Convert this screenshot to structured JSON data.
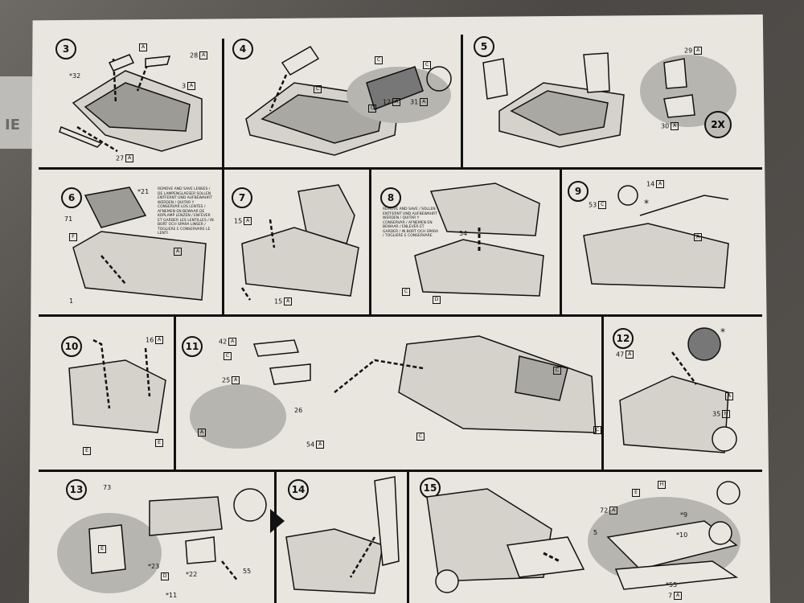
{
  "box_text": "IE",
  "steps": [
    {
      "number": "3",
      "labels": [
        {
          "t": "28",
          "s": "A"
        },
        {
          "t": "*32",
          "s": ""
        },
        {
          "t": "3",
          "s": "A"
        },
        {
          "t": "27",
          "s": "A"
        },
        {
          "t": "",
          "s": "A"
        }
      ]
    },
    {
      "number": "4",
      "labels": [
        {
          "t": "",
          "s": "C"
        },
        {
          "t": "",
          "s": "C"
        },
        {
          "t": "",
          "s": "C"
        },
        {
          "t": "12",
          "s": "A"
        },
        {
          "t": "31",
          "s": "A"
        },
        {
          "t": "",
          "s": "C"
        }
      ]
    },
    {
      "number": "5",
      "labels": [
        {
          "t": "29",
          "s": "A"
        },
        {
          "t": "30",
          "s": "A"
        }
      ],
      "badge": "2X"
    },
    {
      "number": "6",
      "labels": [
        {
          "t": "*21",
          "s": ""
        },
        {
          "t": "71",
          "s": ""
        },
        {
          "t": "",
          "s": "F"
        },
        {
          "t": "",
          "s": "A"
        },
        {
          "t": "1",
          "s": ""
        }
      ]
    },
    {
      "number": "7",
      "labels": [
        {
          "t": "15",
          "s": "A"
        },
        {
          "t": "15",
          "s": "A"
        }
      ]
    },
    {
      "number": "8",
      "labels": [
        {
          "t": "54",
          "s": ""
        },
        {
          "t": "",
          "s": "C"
        },
        {
          "t": "",
          "s": "D"
        }
      ]
    },
    {
      "number": "9",
      "labels": [
        {
          "t": "14",
          "s": "A"
        },
        {
          "t": "53",
          "s": "C"
        },
        {
          "t": "",
          "s": "A"
        },
        {
          "t": "*",
          "s": ""
        }
      ]
    },
    {
      "number": "10",
      "labels": [
        {
          "t": "16",
          "s": "A"
        },
        {
          "t": "",
          "s": "E"
        },
        {
          "t": "",
          "s": "E"
        }
      ]
    },
    {
      "number": "11",
      "labels": [
        {
          "t": "42",
          "s": "A"
        },
        {
          "t": "",
          "s": "C"
        },
        {
          "t": "25",
          "s": "A"
        },
        {
          "t": "",
          "s": "A"
        },
        {
          "t": "26",
          "s": ""
        },
        {
          "t": "54",
          "s": "A"
        },
        {
          "t": "",
          "s": "C"
        },
        {
          "t": "",
          "s": "C"
        },
        {
          "t": "",
          "s": "C"
        }
      ]
    },
    {
      "number": "12",
      "labels": [
        {
          "t": "47",
          "s": "A"
        },
        {
          "t": "35",
          "s": "H"
        },
        {
          "t": "",
          "s": "A"
        },
        {
          "t": "*",
          "s": ""
        }
      ]
    },
    {
      "number": "13",
      "labels": [
        {
          "t": "73",
          "s": ""
        },
        {
          "t": "",
          "s": "D"
        },
        {
          "t": "*23",
          "s": ""
        },
        {
          "t": "*22",
          "s": ""
        },
        {
          "t": "*11",
          "s": ""
        },
        {
          "t": "55",
          "s": ""
        },
        {
          "t": "",
          "s": "E"
        }
      ]
    },
    {
      "number": "14",
      "labels": []
    },
    {
      "number": "15",
      "labels": [
        {
          "t": "72",
          "s": "A"
        },
        {
          "t": "*9",
          "s": ""
        },
        {
          "t": "5",
          "s": ""
        },
        {
          "t": "*10",
          "s": ""
        },
        {
          "t": "*55",
          "s": ""
        },
        {
          "t": "7",
          "s": "A"
        },
        {
          "t": "",
          "s": "H"
        },
        {
          "t": "",
          "s": "E"
        }
      ]
    }
  ],
  "notes": {
    "step6": "REMOVE AND SAVE LENSES / DE LAMPENGLAESER SOLLEN ENTFERNT UND AUFBEWAHRT WERDEN / QUITAR Y CONSERVAR LOS LENTES / AFNEMEN EN BEWAAR DE KOPLAMP LENZEN / ENFEVER ET GARDER LES LENTILLES / IN BORT OCH SPARA LINSER / TOGLIERE E CONSERVARE LE LENTI",
    "step8": "REMOVE AND SAVE / SOLLEN ENTFERNT UND AUFBEWAHRT WERDEN / QUITAR Y CONSERVAR / AFNEMEN EN BEWAAR / ENLEVER ET GARDER / IN BORT OCH SPARA / TOGLIERE E CONSERVARE"
  }
}
